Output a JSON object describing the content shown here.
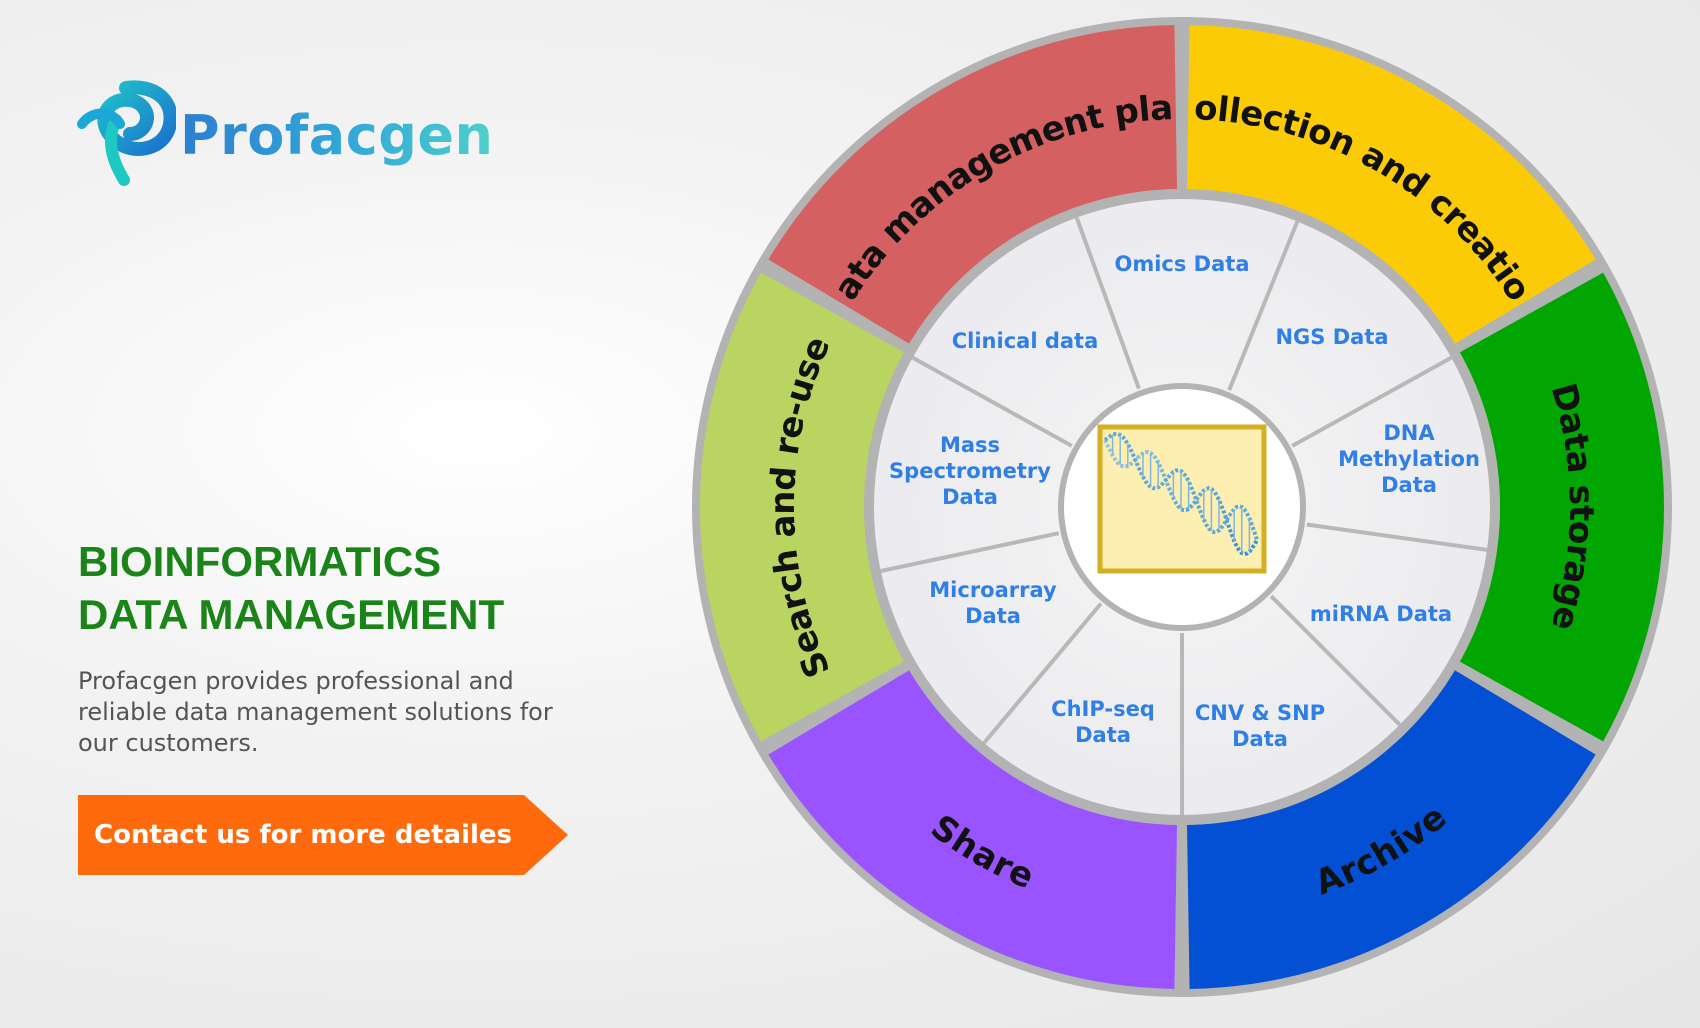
{
  "brand": {
    "name": "Profacgen",
    "logo_icon": "ribbon-p-logo-icon"
  },
  "hero": {
    "title_line1": "BIOINFORMATICS",
    "title_line2": "DATA MANAGEMENT",
    "description": "Profacgen provides professional and reliable data management solutions for our customers.",
    "cta_label": "Contact us for more detailes"
  },
  "colors": {
    "headline": "#1b8418",
    "cta": "#ff6b0c",
    "inner_label": "#2f7fe6"
  },
  "wheel": {
    "outer_segments": [
      {
        "label": "Data management plan",
        "color": "#d46062"
      },
      {
        "label": "Collection and creation",
        "color": "#fbcb07"
      },
      {
        "label": "Data storage",
        "color": "#02a603"
      },
      {
        "label": "Archive",
        "color": "#0350d4"
      },
      {
        "label": "Share",
        "color": "#9a54ff"
      },
      {
        "label": "Search and re-use",
        "color": "#bad461"
      }
    ],
    "inner_segments": [
      {
        "lines": [
          "Omics Data"
        ]
      },
      {
        "lines": [
          "NGS Data"
        ]
      },
      {
        "lines": [
          "DNA",
          "Methylation",
          "Data"
        ]
      },
      {
        "lines": [
          "miRNA Data"
        ]
      },
      {
        "lines": [
          "CNV & SNP",
          "Data"
        ]
      },
      {
        "lines": [
          "ChIP-seq",
          "Data"
        ]
      },
      {
        "lines": [
          "Microarray",
          "Data"
        ]
      },
      {
        "lines": [
          "Mass",
          "Spectrometry",
          "Data"
        ]
      },
      {
        "lines": [
          "Clinical data"
        ]
      }
    ],
    "center_image": "dna-helix-icon"
  }
}
